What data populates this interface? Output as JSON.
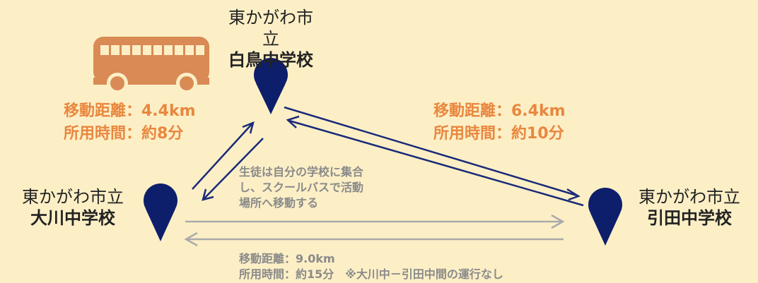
{
  "schools": {
    "shiratori": {
      "city": "東かがわ市立",
      "name": "白鳥中学校"
    },
    "okawa": {
      "city": "東かがわ市立",
      "name": "大川中学校"
    },
    "hiketa": {
      "city": "東かがわ市立",
      "name": "引田中学校"
    }
  },
  "routes": {
    "okawa_shiratori": {
      "distance": "移動距離：4.4km",
      "time": "所用時間：約8分"
    },
    "shiratori_hiketa": {
      "distance": "移動距離：6.4km",
      "time": "所用時間：約10分"
    },
    "okawa_hiketa": {
      "distance": "移動距離：9.0km",
      "time": "所用時間：約15分　※大川中－引田中間の運行なし"
    }
  },
  "note": {
    "line1": "生徒は自分の学校に集合",
    "line2": "し、スクールバスで活動",
    "line3": "場所へ移動する"
  },
  "colors": {
    "background": "#fcefc6",
    "bus": "#d98a55",
    "pin": "#0d1f6b",
    "arrow_dark": "#1a2a7a",
    "arrow_gray": "#aaaaaa",
    "info_orange": "#e9873f"
  }
}
